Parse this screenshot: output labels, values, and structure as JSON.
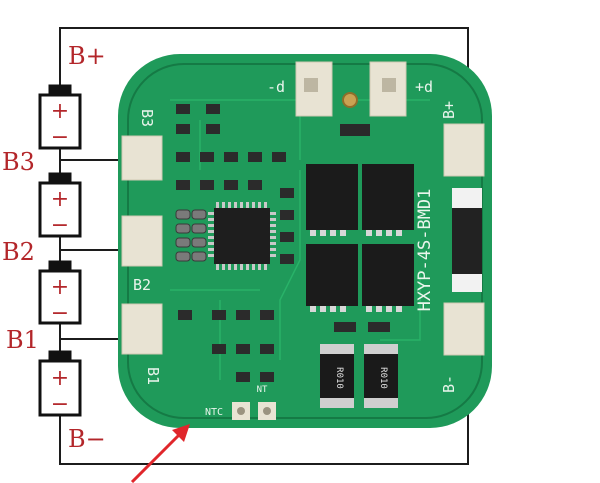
{
  "battery": {
    "labels": {
      "b_plus": "B+",
      "b3": "B3",
      "b2": "B2",
      "b1": "B1",
      "b_minus": "B−"
    },
    "cell_plus": "+",
    "cell_minus": "−"
  },
  "board": {
    "pad_b3": "B3",
    "pad_b2": "B2",
    "pad_b1": "B1",
    "pad_b_plus": "B+",
    "pad_b_minus": "B-",
    "model": "HXYP-4S-BMD1",
    "out_minus": "-d",
    "out_plus": "+d",
    "ntc": "NTC",
    "nt": "NT",
    "resistor_1": "R010",
    "resistor_2": "R010"
  },
  "colors": {
    "pcb": "#1f9a5a",
    "wire": "#1c1c1c",
    "label": "#b3262a",
    "arrow": "#e0262b"
  }
}
